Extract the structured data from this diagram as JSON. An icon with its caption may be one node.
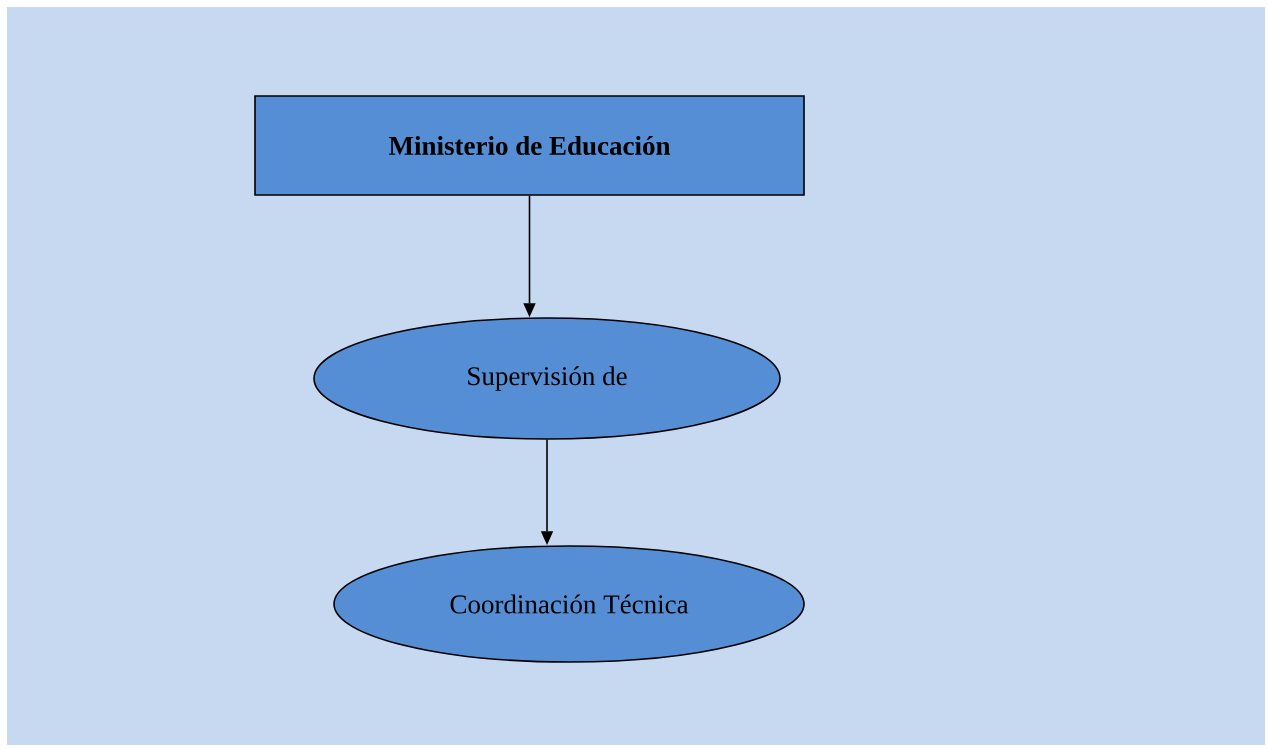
{
  "diagram": {
    "nodes": [
      {
        "text": [
          "Ministerio de Educación"
        ]
      },
      {
        "text": [
          "Supervisión de"
        ]
      },
      {
        "text": [
          "Coordinación Técnica"
        ]
      }
    ],
    "edges": [
      {
        "from": 0,
        "to": 1,
        "arrow": "to"
      },
      {
        "from": 1,
        "to": 2,
        "arrow": "to"
      }
    ]
  }
}
